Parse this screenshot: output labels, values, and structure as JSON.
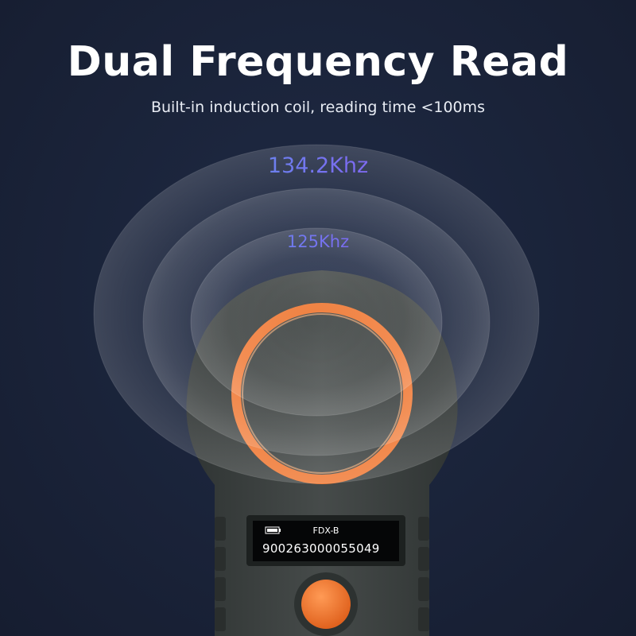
{
  "header": {
    "title": "Dual Frequency Read",
    "subtitle": "Built-in induction coil, reading time <100ms"
  },
  "frequencies": {
    "outer": "134.2Khz",
    "inner": "125Khz"
  },
  "device": {
    "screen": {
      "mode": "FDX-B",
      "tag_id": "900263000055049",
      "battery_icon": "battery-icon"
    },
    "button_icon": "scan-button"
  },
  "colors": {
    "background": "#1a2339",
    "ring": "#f07a36",
    "body": "#3c4140",
    "gradient_start": "#3fc3e8",
    "gradient_end": "#b45ce6"
  }
}
